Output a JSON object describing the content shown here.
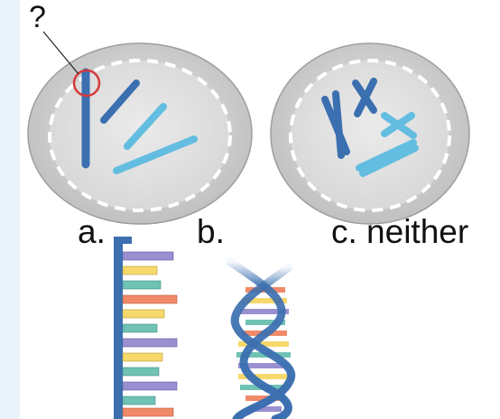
{
  "question_mark": "?",
  "options": {
    "a": "a.",
    "b": "b.",
    "c": "c. neither"
  },
  "colors": {
    "chromosome_dark": "#3b6fb0",
    "chromosome_light": "#63bde0",
    "highlight_circle": "#d63a3a",
    "cell_fill": "#cfcfcf",
    "nucleus_fill": "#e2e2e2",
    "dna_backbone": "#3b6fb0",
    "base_orange": "#f08a68",
    "base_yellow": "#f6d96a",
    "base_teal": "#6fc2b4",
    "base_purple": "#9a8fd0"
  }
}
